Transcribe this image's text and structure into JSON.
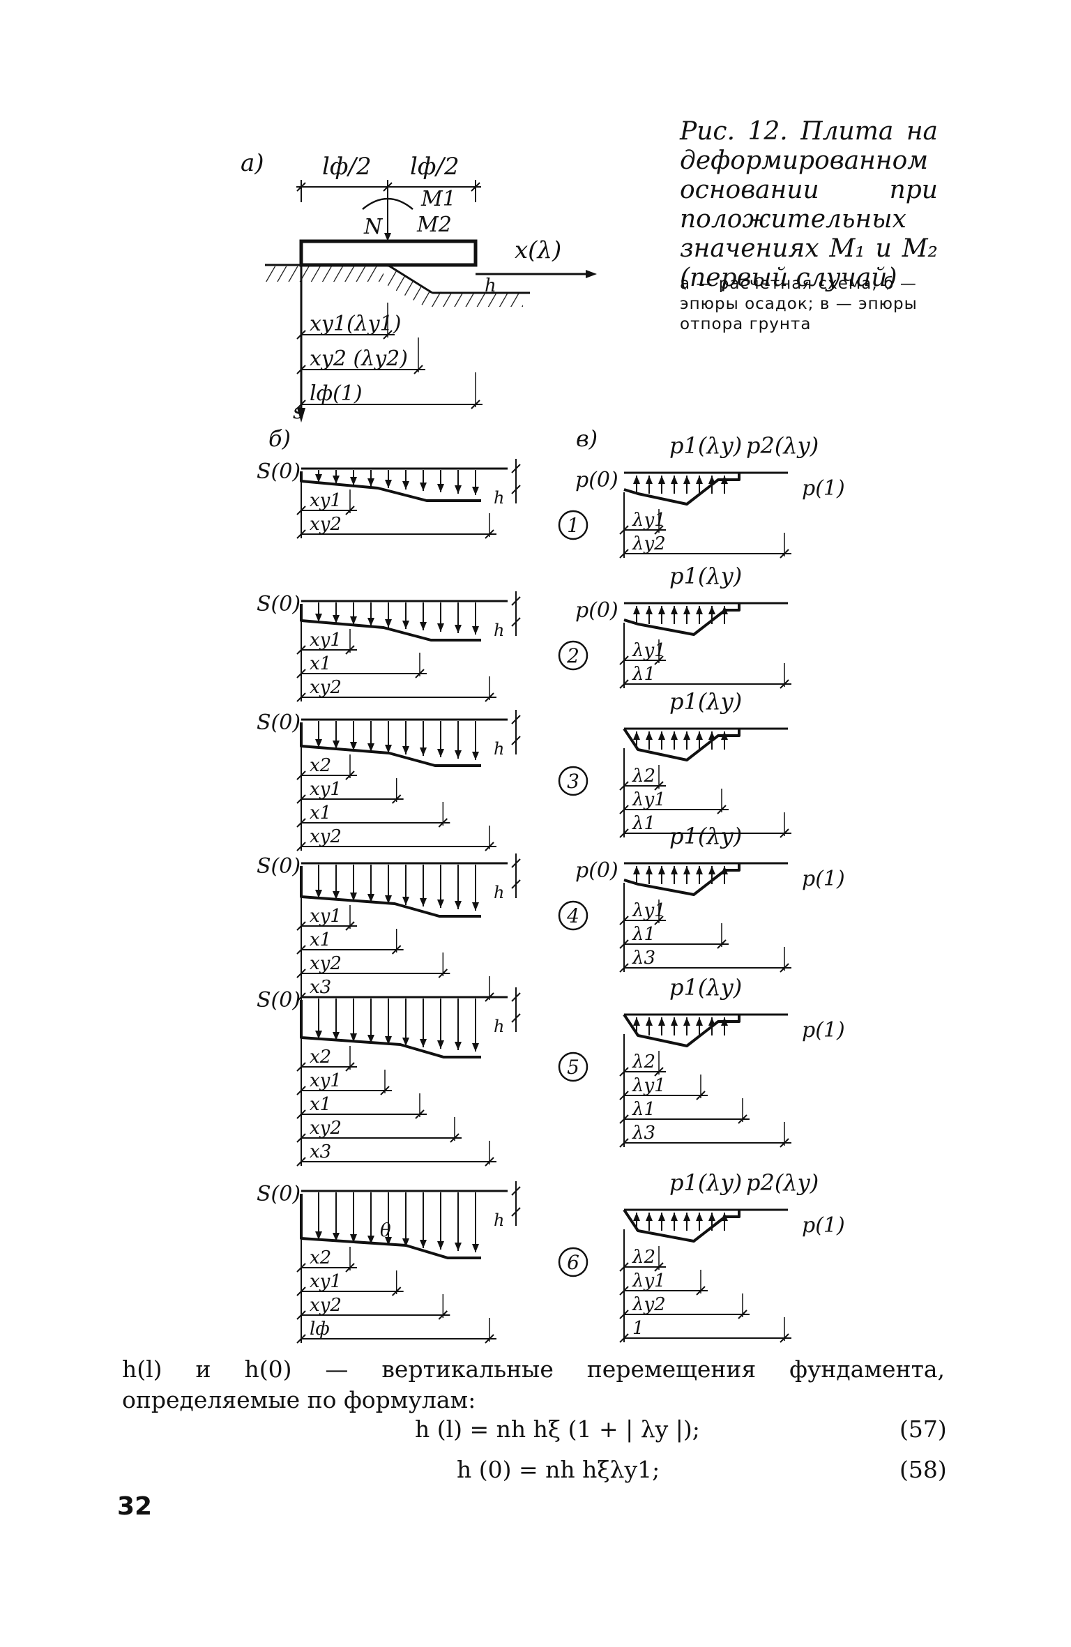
{
  "caption": {
    "title": "Рис. 12. Плита на деформированном основании при положительных значениях M₁ и M₂ (первый случай)",
    "legend": "а — расчетная схема; б — эпюры осадок; в — эпюры отпора грунта"
  },
  "scheme": {
    "panel_letter": "а)",
    "half_left": "lф/2",
    "half_right": "lф/2",
    "m1": "M1",
    "m2": "M2",
    "n": "N",
    "x_axis": "x(λ)",
    "h": "h",
    "s_axis": "s",
    "dim1": "xy1(λy1)",
    "dim2": "xy2 (λy2)",
    "dim3": "lф(1)"
  },
  "settlement": {
    "panel_letter": "б)",
    "s0": "S(0)",
    "h": "h",
    "diagrams": [
      {
        "dims": [
          "xy1",
          "xy2"
        ]
      },
      {
        "dims": [
          "xy1",
          "x1",
          "xy2"
        ]
      },
      {
        "dims": [
          "x2",
          "xy1",
          "x1",
          "xy2"
        ]
      },
      {
        "dims": [
          "xy1",
          "x1",
          "xy2",
          "x3"
        ]
      },
      {
        "dims": [
          "x2",
          "xy1",
          "x1",
          "xy2",
          "x3"
        ]
      },
      {
        "dims": [
          "x2",
          "xy1",
          "xy2",
          "lф"
        ],
        "theta": "θ"
      }
    ]
  },
  "reaction": {
    "panel_letter": "в)",
    "p0": "p(0)",
    "p1": "p(1)",
    "diagrams": [
      {
        "number": "1",
        "labels": [
          "p1(λy)",
          "p2(λy)"
        ],
        "dims": [
          "λy1",
          "λy2"
        ]
      },
      {
        "number": "2",
        "labels": [
          "p1(λy)"
        ],
        "dims": [
          "λy1",
          "λ1"
        ]
      },
      {
        "number": "3",
        "labels": [
          "p1(λy)"
        ],
        "dims": [
          "λ2",
          "λy1",
          "λ1"
        ]
      },
      {
        "number": "4",
        "labels": [
          "p1(λy)"
        ],
        "dims": [
          "λy1",
          "λ1",
          "λ3"
        ]
      },
      {
        "number": "5",
        "labels": [
          "p1(λy)"
        ],
        "dims": [
          "λ2",
          "λy1",
          "λ1",
          "λ3"
        ]
      },
      {
        "number": "6",
        "labels": [
          "p1(λy)",
          "p2(λy)"
        ],
        "dims": [
          "λ2",
          "λy1",
          "λy2",
          "1"
        ]
      }
    ]
  },
  "text": {
    "paragraph": "h(l) и h(0) — вертикальные перемещения фундамента, определяемые по формулам:",
    "eq57": "h (l) = nh hξ (1 + | λy |);",
    "eq57_num": "(57)",
    "eq58": "h (0) = nh hξλy1;",
    "eq58_num": "(58)"
  },
  "page_number": "32"
}
